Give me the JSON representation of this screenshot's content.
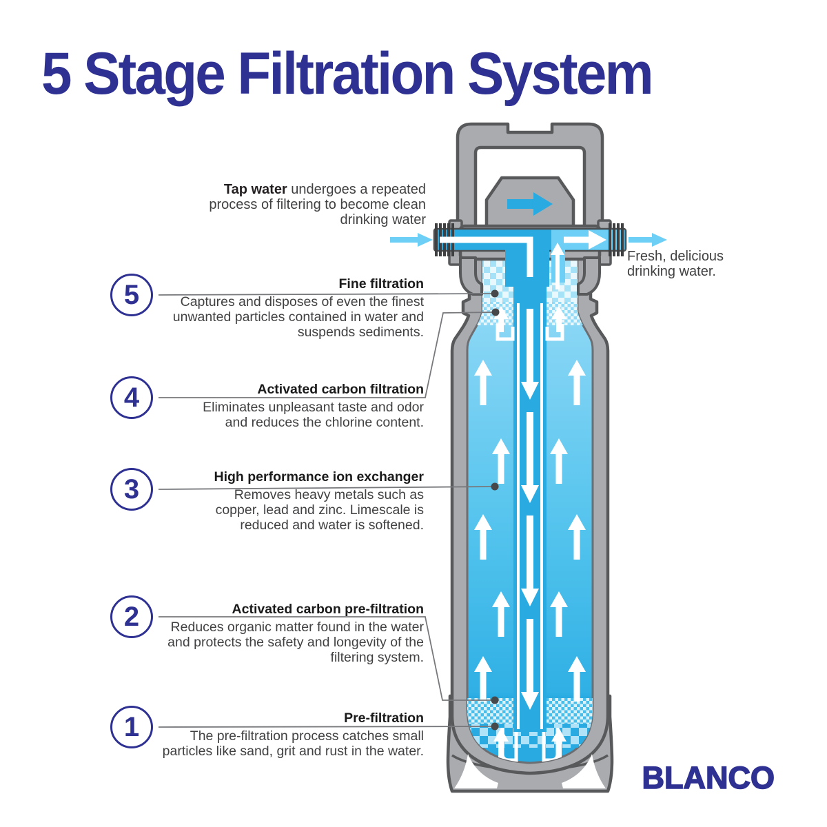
{
  "title": "5 Stage Filtration System",
  "brand": "BLANCO",
  "intro_note": {
    "bold_lead": "Tap water",
    "line1_rest": " undergoes a repeated",
    "line2": "process of filtering to become clean",
    "line3": "drinking water"
  },
  "output_note": {
    "line1": "Fresh, delicious",
    "line2": "drinking water."
  },
  "stages": [
    {
      "number": "5",
      "label": "Fine filtration",
      "description": [
        "Captures and disposes of even the finest",
        "unwanted particles contained in water and",
        "suspends sediments."
      ]
    },
    {
      "number": "4",
      "label": "Activated carbon filtration",
      "description": [
        "Eliminates unpleasant taste and odor",
        "and reduces the chlorine content."
      ]
    },
    {
      "number": "3",
      "label": "High performance ion exchanger",
      "description": [
        "Removes heavy metals such as",
        "copper, lead and zinc. Limescale is",
        "reduced and water is softened."
      ]
    },
    {
      "number": "2",
      "label": "Activated carbon pre-filtration",
      "description": [
        "Reduces organic matter found in the water",
        "and protects the safety and longevity of the",
        "filtering system."
      ]
    },
    {
      "number": "1",
      "label": "Pre-filtration",
      "description": [
        "The pre-filtration process catches small",
        "particles like sand, grit and rust in the water."
      ]
    }
  ],
  "colors": {
    "accent_blue": "#2E3192",
    "water_blue": "#29ABE2",
    "light_water_blue": "#6DCFF6",
    "body_top_blue": "#8CD8F6",
    "housing_gray": "#A9ABAE",
    "outline_gray": "#58595B",
    "text_dark": "#414042"
  },
  "icons": {
    "flow_direction": "right-arrow",
    "water_flow_down": "down-arrows",
    "water_flow_up": "up-arrows"
  }
}
